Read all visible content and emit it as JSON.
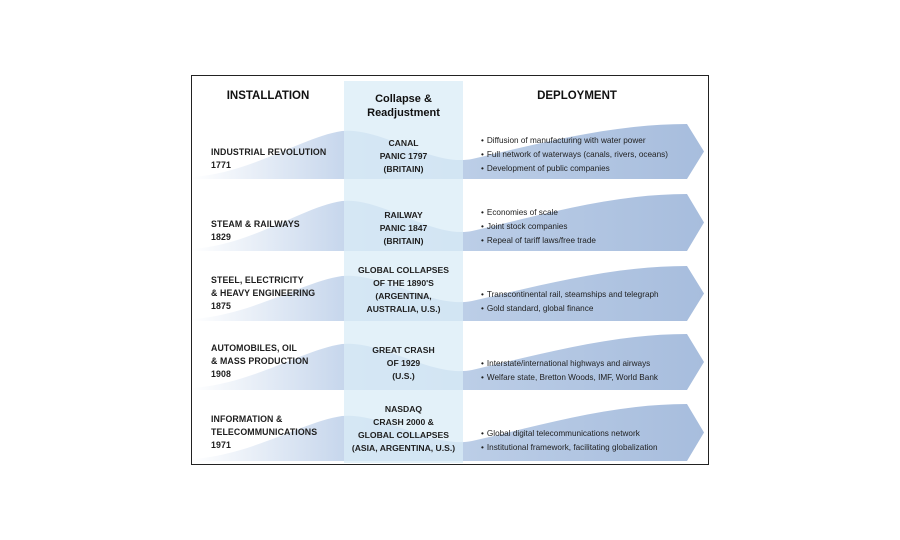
{
  "headers": {
    "installation": "INSTALLATION",
    "collapse_line1": "Collapse &",
    "collapse_line2": "Readjustment",
    "deployment": "DEPLOYMENT"
  },
  "colors": {
    "band_light": "#eef3fa",
    "band_dark": "#a7bddd",
    "middle_column": "#d9ecf7",
    "border": "#222222"
  },
  "rows": [
    {
      "installation": [
        "INDUSTRIAL REVOLUTION",
        "1771"
      ],
      "crisis": [
        "CANAL",
        "PANIC 1797",
        "(BRITAIN)"
      ],
      "deployment": [
        "Diffusion of manufacturing with water power",
        "Full network of waterways (canals, rivers, oceans)",
        "Development of public companies"
      ]
    },
    {
      "installation": [
        "STEAM & RAILWAYS",
        "1829"
      ],
      "crisis": [
        "RAILWAY",
        "PANIC 1847",
        "(BRITAIN)"
      ],
      "deployment": [
        "Economies of scale",
        "Joint stock companies",
        "Repeal of tariff laws/free trade"
      ]
    },
    {
      "installation": [
        "STEEL, ELECTRICITY",
        "& HEAVY ENGINEERING",
        "1875"
      ],
      "crisis": [
        "GLOBAL COLLAPSES",
        "OF THE 1890'S",
        "(ARGENTINA,",
        "AUSTRALIA, U.S.)"
      ],
      "deployment": [
        "Transcontinental rail, steamships and telegraph",
        "Gold standard, global finance"
      ]
    },
    {
      "installation": [
        "AUTOMOBILES, OIL",
        "& MASS PRODUCTION",
        "1908"
      ],
      "crisis": [
        "GREAT CRASH",
        "OF 1929",
        "(U.S.)"
      ],
      "deployment": [
        "Interstate/international highways and airways",
        "Welfare state, Bretton Woods, IMF, World Bank"
      ]
    },
    {
      "installation": [
        "INFORMATION &",
        "TELECOMMUNICATIONS",
        "1971"
      ],
      "crisis": [
        "NASDAQ",
        "CRASH 2000 &",
        "GLOBAL COLLAPSES",
        "(ASIA, ARGENTINA, U.S.)"
      ],
      "deployment": [
        "Global digital telecommunications network",
        "Institutional framework, facilitating globalization"
      ]
    }
  ]
}
